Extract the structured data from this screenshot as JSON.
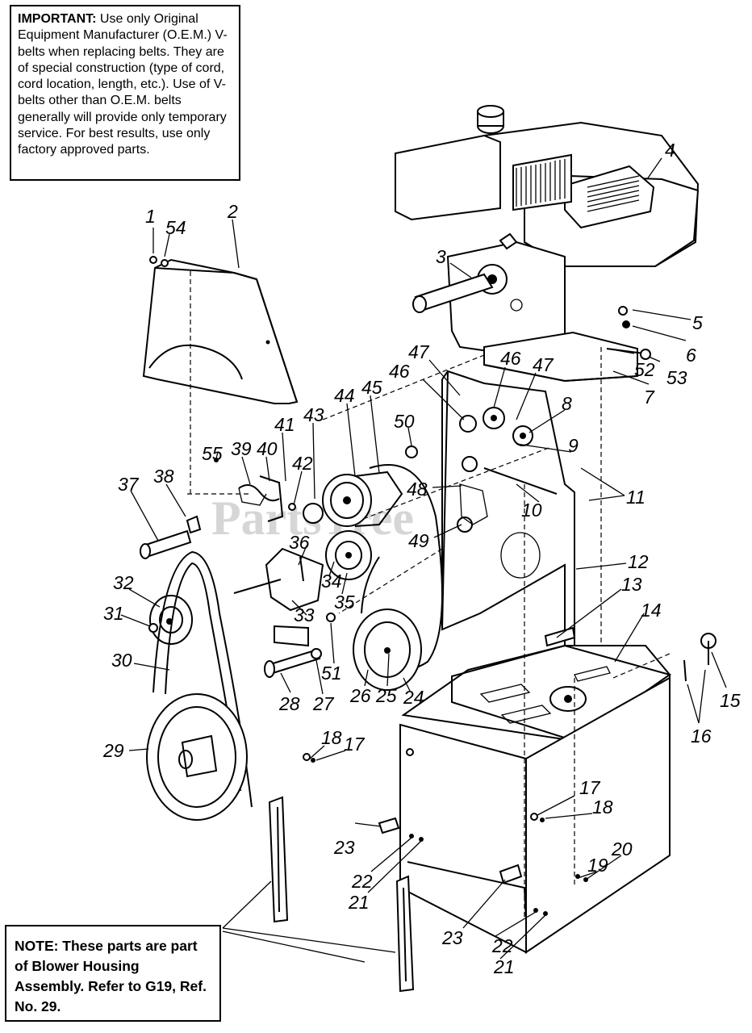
{
  "important_note": {
    "heading": "IMPORTANT:",
    "body": "Use only Original Equipment Manufacturer (O.E.M.) V-belts when replacing belts. They are of special construction (type of cord, cord location, length, etc.). Use of V-belts other than O.E.M. belts generally will provide only temporary service. For best results, use only factory approved parts."
  },
  "blower_note": {
    "text": "NOTE: These parts are part of Blower Housing Assembly. Refer to G19, Ref. No. 29."
  },
  "watermark": "PartsTree",
  "callouts": {
    "c1": "1",
    "c54": "54",
    "c2": "2",
    "c3": "3",
    "c4": "4",
    "c5": "5",
    "c6": "6",
    "c7": "7",
    "c52": "52",
    "c53": "53",
    "c8": "8",
    "c9": "9",
    "c10": "10",
    "c11": "11",
    "c12": "12",
    "c13": "13",
    "c14": "14",
    "c15": "15",
    "c16": "16",
    "c47a": "47",
    "c46a": "46",
    "c46b": "46",
    "c47b": "47",
    "c50": "50",
    "c45": "45",
    "c44": "44",
    "c43": "43",
    "c42": "42",
    "c41": "41",
    "c40": "40",
    "c39": "39",
    "c55": "55",
    "c38": "38",
    "c37": "37",
    "c48": "48",
    "c49": "49",
    "c36": "36",
    "c34": "34",
    "c35": "35",
    "c33": "33",
    "c32": "32",
    "c31": "31",
    "c30": "30",
    "c29": "29",
    "c28": "28",
    "c27": "27",
    "c51": "51",
    "c26": "26",
    "c25": "25",
    "c24": "24",
    "c18a": "18",
    "c17a": "17",
    "c17b": "17",
    "c18b": "18",
    "c23a": "23",
    "c22a": "22",
    "c21a": "21",
    "c20": "20",
    "c19": "19",
    "c23b": "23",
    "c22b": "22",
    "c21b": "21"
  }
}
